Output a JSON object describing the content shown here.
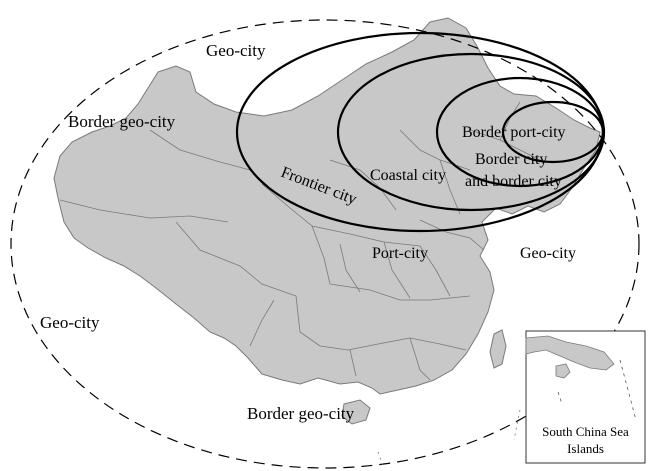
{
  "labels": {
    "geo_city_top": "Geo-city",
    "border_geo_city_nw": "Border geo-city",
    "border_port_city": "Border port-city",
    "border_city": "Border city",
    "coastal_city": "Coastal city",
    "and_border_city": "and border city",
    "frontier_city": "Frontier city",
    "port_city": "Port-city",
    "geo_city_east": "Geo-city",
    "geo_city_west": "Geo-city",
    "border_geo_city_south": "Border geo-city"
  },
  "inset": {
    "line1": "South China Sea",
    "line2": "Islands"
  },
  "colors": {
    "land": "#c8c8c8",
    "boundary": "#7a7a7a",
    "ring": "#000000",
    "background": "#ffffff"
  }
}
